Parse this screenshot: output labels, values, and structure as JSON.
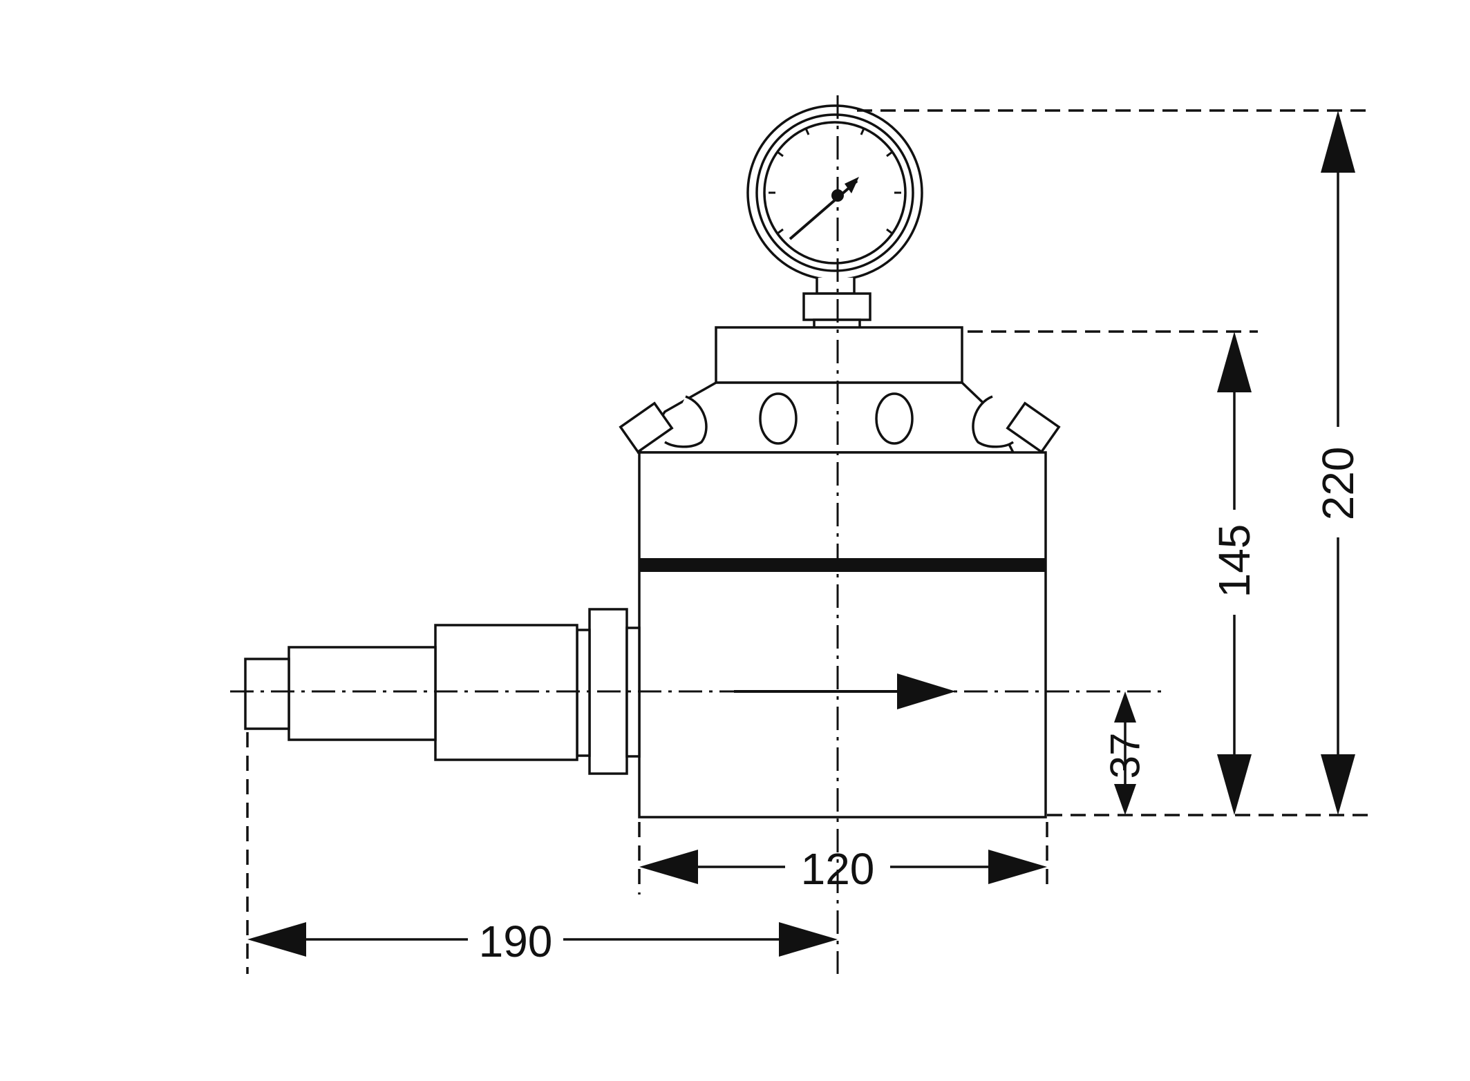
{
  "dimensions": {
    "total_height": "220",
    "body_height": "145",
    "inlet_height": "37",
    "body_width": "120",
    "inlet_length": "190"
  },
  "colors": {
    "line": "#111111",
    "background": "#ffffff"
  }
}
